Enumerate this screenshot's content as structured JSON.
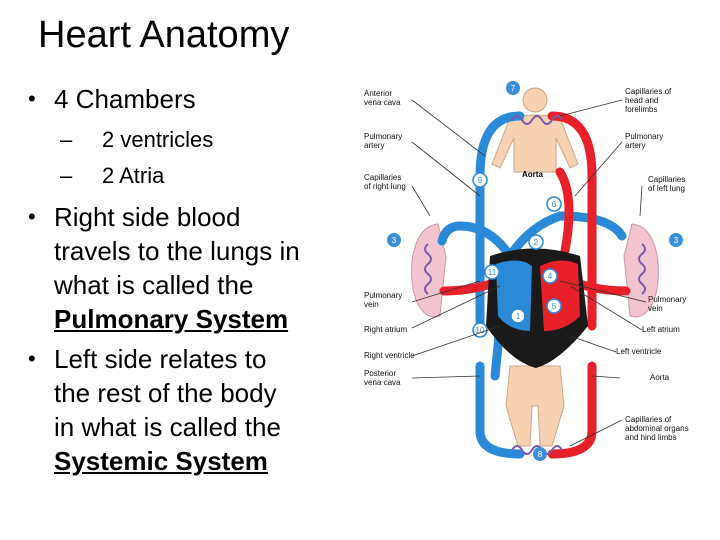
{
  "slide": {
    "title": "Heart Anatomy",
    "bullet1": "4 Chambers",
    "sub1": "2 ventricles",
    "sub2": "2 Atria",
    "bullet2_lines": [
      "Right side blood",
      "travels to the lungs in",
      "what is called the"
    ],
    "bullet2_term": "Pulmonary System",
    "bullet3_lines": [
      "Left side relates to",
      "the rest of the body",
      "in what is called the"
    ],
    "bullet3_term": "Systemic System"
  },
  "diagram": {
    "labels_left": {
      "anterior_vena_cava": [
        "Anterior",
        "vena cava"
      ],
      "pulmonary_artery": [
        "Pulmonary",
        "artery"
      ],
      "capillaries_right_lung": [
        "Capillaries",
        "of right lung"
      ],
      "pulmonary_vein_left": [
        "Pulmonary",
        "vein"
      ],
      "right_atrium": "Right atrium",
      "right_ventricle": "Right ventricle",
      "posterior_vena_cava": [
        "Posterior",
        "vena cava"
      ]
    },
    "labels_right": {
      "capillaries_head": [
        "Capillaries of",
        "head and",
        "forelimbs"
      ],
      "pulmonary_artery": [
        "Pulmonary",
        "artery"
      ],
      "capillaries_left_lung": [
        "Capillaries",
        "of left lung"
      ],
      "pulmonary_vein": [
        "Pulmonary",
        "vein"
      ],
      "left_atrium": "Left atrium",
      "left_ventricle": "Left ventricle",
      "aorta": "Aorta",
      "capillaries_abdominal": [
        "Capillaries of",
        "abdominal organs",
        "and hind limbs"
      ]
    },
    "aorta_label": "Aorta",
    "numbers": [
      "7",
      "9",
      "6",
      "3",
      "2",
      "3",
      "11",
      "4",
      "5",
      "1",
      "10",
      "8"
    ],
    "colors": {
      "oxygenated": "#e8202a",
      "deoxygenated": "#2a8ad8",
      "heart_dark": "#1a1a1a",
      "lung": "#f2c4cf",
      "skin": "#f6d2b3",
      "badge": "#3a8fd6"
    }
  }
}
